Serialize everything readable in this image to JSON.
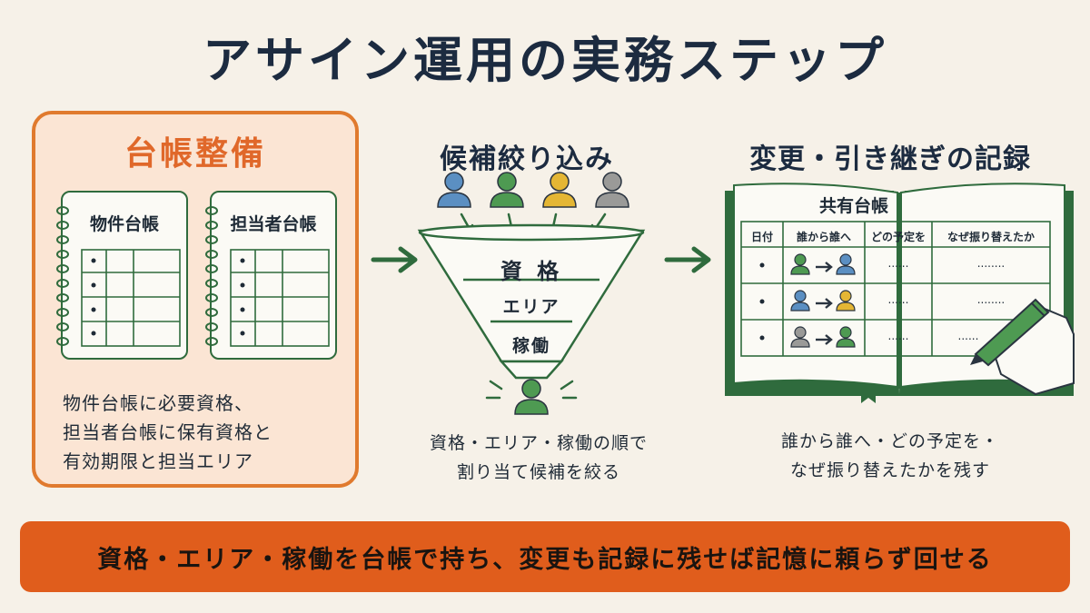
{
  "title": "アサイン運用の実務ステップ",
  "panel1": {
    "title": "台帳整備",
    "notebook1_title": "物件台帳",
    "notebook2_title": "担当者台帳",
    "cell_dash": "–",
    "cell_long": "----",
    "desc": [
      "物件台帳に必要資格、",
      "担当者台帳に保有資格と",
      "有効期限と担当エリア"
    ]
  },
  "panel2": {
    "title": "候補絞り込み",
    "filters": [
      "資 格",
      "エリア",
      "稼働"
    ],
    "desc": [
      "資格・エリア・稼働の順で",
      "割り当て候補を絞る"
    ],
    "person_colors": [
      "#5b8fc2",
      "#4e9a52",
      "#e4b634",
      "#9a9a98"
    ]
  },
  "panel3": {
    "title": "変更・引き継ぎの記録",
    "ledger_title": "共有台帳",
    "headers": [
      "日付",
      "誰から誰へ",
      "どの予定を",
      "なぜ振り替えたか"
    ],
    "dots": "......",
    "dots_long": "........",
    "desc": [
      "誰から誰へ・どの予定を・",
      "なぜ振り替えたかを残す"
    ]
  },
  "banner": {
    "text": "資格・エリア・稼働を台帳で持ち、変更も記録に残せば記憶に頼らず回せる"
  },
  "colors": {
    "accent_orange": "#e05d1c",
    "green": "#2f6b3d",
    "navy": "#1c2b40"
  }
}
